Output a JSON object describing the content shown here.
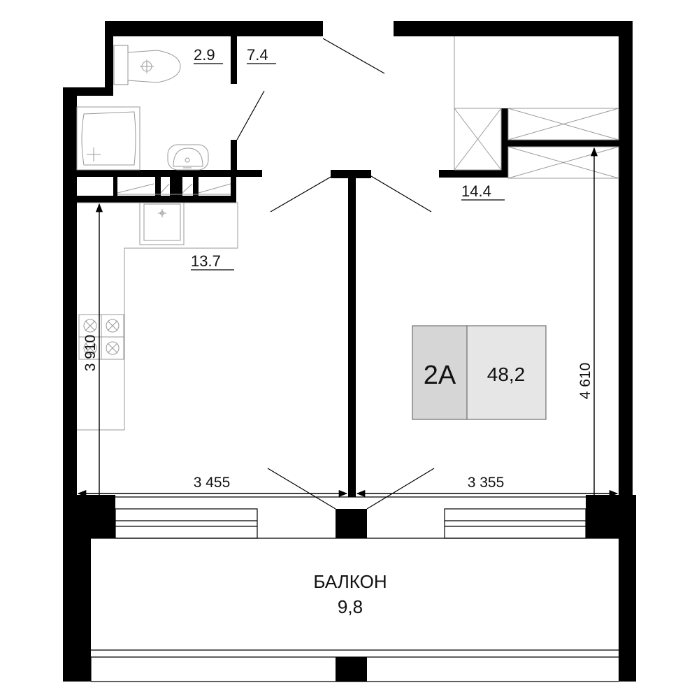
{
  "rooms": {
    "wc_area": "2.9",
    "hall_area": "7.4",
    "bedroom_area": "14.4",
    "kitchen_area": "13.7"
  },
  "dimensions": {
    "kitchen_width": "3 455",
    "bedroom_width": "3 355",
    "kitchen_depth": "3 910",
    "bedroom_depth": "4 610"
  },
  "badge": {
    "type": "2А",
    "total_area": "48,2",
    "type_bg": "#d6d6d6",
    "area_bg": "#e6e6e6"
  },
  "balcony": {
    "name": "БАЛКОН",
    "area": "9,8"
  },
  "colors": {
    "wall": "#000000",
    "fixture_stroke": "#9a9a9a"
  }
}
